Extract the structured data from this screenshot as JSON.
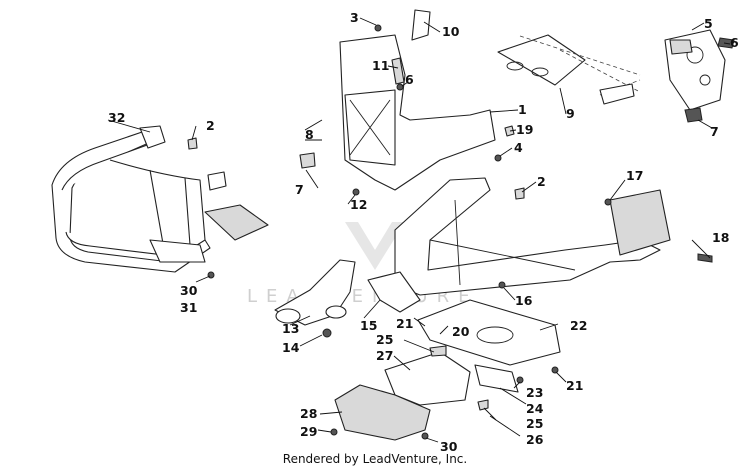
{
  "diagram": {
    "footer_text": "Rendered by LeadVenture, Inc.",
    "watermark_text": "LEADVENTURE",
    "callouts": [
      "1",
      "2",
      "2",
      "3",
      "4",
      "5",
      "6",
      "6",
      "7",
      "7",
      "8",
      "9",
      "10",
      "11",
      "12",
      "13",
      "14",
      "15",
      "16",
      "17",
      "18",
      "19",
      "20",
      "21",
      "21",
      "22",
      "23",
      "24",
      "25",
      "25",
      "26",
      "27",
      "28",
      "29",
      "30",
      "30",
      "31",
      "32"
    ],
    "colors": {
      "line": "#222222",
      "fill": "#ffffff",
      "shade": "#d9d9d9",
      "watermark": "#cfcfcf"
    }
  }
}
